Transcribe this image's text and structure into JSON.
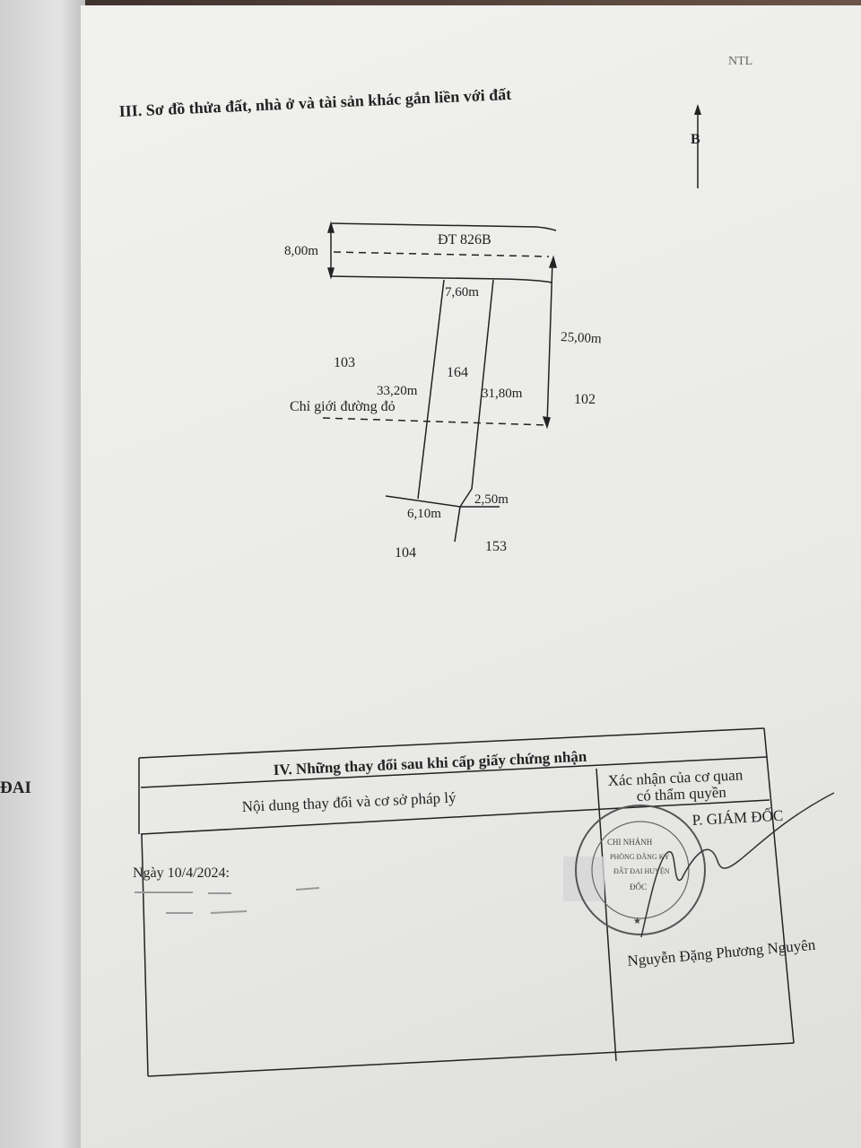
{
  "header": {
    "section_title": "III. Sơ đồ thửa đất, nhà ở và tài sản khác gắn liền với đất",
    "initials": "NTL",
    "north_label": "B"
  },
  "diagram": {
    "road_name": "ĐT 826B",
    "road_width": "8,00m",
    "front_width": "7,60m",
    "setback": "25,00m",
    "left_length": "33,20m",
    "right_length": "31,80m",
    "parcel_number": "164",
    "neighbor_left": "103",
    "neighbor_right": "102",
    "neighbor_bottom_left": "104",
    "neighbor_bottom_right": "153",
    "red_line_label": "Chỉ giới đường đỏ",
    "back_width": "6,10m",
    "back_segment": "2,50m"
  },
  "changes": {
    "title": "IV. Những thay đổi sau khi cấp giấy chứng nhận",
    "col_content": "Nội dung thay đổi và cơ sở pháp lý",
    "col_confirm_line1": "Xác nhận của cơ quan",
    "col_confirm_line2": "có thẩm quyền",
    "entry_date": "Ngày 10/4/2024:",
    "signer_title": "P. GIÁM ĐỐC",
    "signer_name": "Nguyễn Đặng Phương Nguyên",
    "stamp_lines": [
      "CHI NHÁNH",
      "PHÒNG ĐĂNG KÝ",
      "ĐẤT ĐAI HUYỆN",
      "ĐỐC"
    ]
  },
  "left_page": {
    "fragment": "ĐAI"
  }
}
